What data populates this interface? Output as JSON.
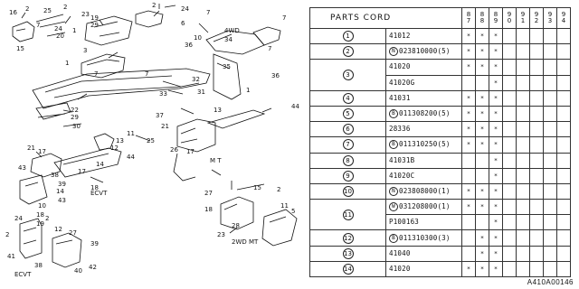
{
  "table": {
    "header": "PARTS CORD",
    "years": [
      "87",
      "88",
      "89",
      "90",
      "91",
      "92",
      "93",
      "94"
    ],
    "rows": [
      {
        "no": "1",
        "entries": [
          {
            "code": "41012",
            "marks": [
              "*",
              "*",
              "*",
              "",
              "",
              "",
              "",
              ""
            ]
          }
        ]
      },
      {
        "no": "2",
        "entries": [
          {
            "prefix": "N",
            "code": "023810000(5)",
            "marks": [
              "*",
              "*",
              "*",
              "",
              "",
              "",
              "",
              ""
            ]
          }
        ]
      },
      {
        "no": "3",
        "entries": [
          {
            "code": "41020",
            "marks": [
              "*",
              "*",
              "*",
              "",
              "",
              "",
              "",
              ""
            ]
          },
          {
            "code": "41020G",
            "marks": [
              "",
              "",
              "*",
              "",
              "",
              "",
              "",
              ""
            ]
          }
        ]
      },
      {
        "no": "4",
        "entries": [
          {
            "code": "41031",
            "marks": [
              "*",
              "*",
              "*",
              "",
              "",
              "",
              "",
              ""
            ]
          }
        ]
      },
      {
        "no": "5",
        "entries": [
          {
            "prefix": "B",
            "code": "011308200(5)",
            "marks": [
              "*",
              "*",
              "*",
              "",
              "",
              "",
              "",
              ""
            ]
          }
        ]
      },
      {
        "no": "6",
        "entries": [
          {
            "code": "28336",
            "marks": [
              "*",
              "*",
              "*",
              "",
              "",
              "",
              "",
              ""
            ]
          }
        ]
      },
      {
        "no": "7",
        "entries": [
          {
            "prefix": "B",
            "code": "011310250(5)",
            "marks": [
              "*",
              "*",
              "*",
              "",
              "",
              "",
              "",
              ""
            ]
          }
        ]
      },
      {
        "no": "8",
        "entries": [
          {
            "code": "41031B",
            "marks": [
              "",
              "",
              "*",
              "",
              "",
              "",
              "",
              ""
            ]
          }
        ]
      },
      {
        "no": "9",
        "entries": [
          {
            "code": "41020C",
            "marks": [
              "",
              "",
              "*",
              "",
              "",
              "",
              "",
              ""
            ]
          }
        ]
      },
      {
        "no": "10",
        "entries": [
          {
            "prefix": "N",
            "code": "023808000(1)",
            "marks": [
              "*",
              "*",
              "*",
              "",
              "",
              "",
              "",
              ""
            ]
          }
        ]
      },
      {
        "no": "11",
        "entries": [
          {
            "prefix": "W",
            "code": "031208000(1)",
            "marks": [
              "*",
              "*",
              "*",
              "",
              "",
              "",
              "",
              ""
            ]
          },
          {
            "code": "P100163",
            "marks": [
              "",
              "",
              "*",
              "",
              "",
              "",
              "",
              ""
            ]
          }
        ]
      },
      {
        "no": "12",
        "entries": [
          {
            "prefix": "B",
            "code": "011310300(3)",
            "marks": [
              "",
              "*",
              "*",
              "",
              "",
              "",
              "",
              ""
            ]
          }
        ]
      },
      {
        "no": "13",
        "entries": [
          {
            "code": "41040",
            "marks": [
              "",
              "*",
              "*",
              "",
              "",
              "",
              "",
              ""
            ]
          }
        ]
      },
      {
        "no": "14",
        "entries": [
          {
            "code": "41020",
            "marks": [
              "*",
              "*",
              "*",
              "",
              "",
              "",
              "",
              ""
            ]
          }
        ]
      }
    ]
  },
  "diagram": {
    "labels": {
      "ecvt1": "ECVT",
      "ecvt2": "ECVT",
      "fwd": "4WD",
      "mt": "M T",
      "twowd_mt": "2WD MT"
    },
    "callouts": [
      "16",
      "2",
      "25",
      "23",
      "19",
      "29",
      "7",
      "24",
      "20",
      "1",
      "15",
      "6",
      "3",
      "22",
      "29",
      "30",
      "7",
      "36",
      "10",
      "2",
      "4WD",
      "7",
      "36",
      "7",
      "1",
      "35",
      "34",
      "32",
      "31",
      "33",
      "13",
      "37",
      "21",
      "25",
      "26",
      "17",
      "11",
      "44",
      "18",
      "43",
      "21",
      "17",
      "14",
      "12",
      "13",
      "17",
      "39",
      "14",
      "43",
      "38",
      "18",
      "10",
      "2",
      "19",
      "12",
      "27",
      "40",
      "42",
      "24",
      "23",
      "28",
      "15",
      "2",
      "11",
      "5",
      "38",
      "39",
      "40",
      "41",
      "27",
      "18"
    ]
  },
  "diagram_code": "A410A00146"
}
